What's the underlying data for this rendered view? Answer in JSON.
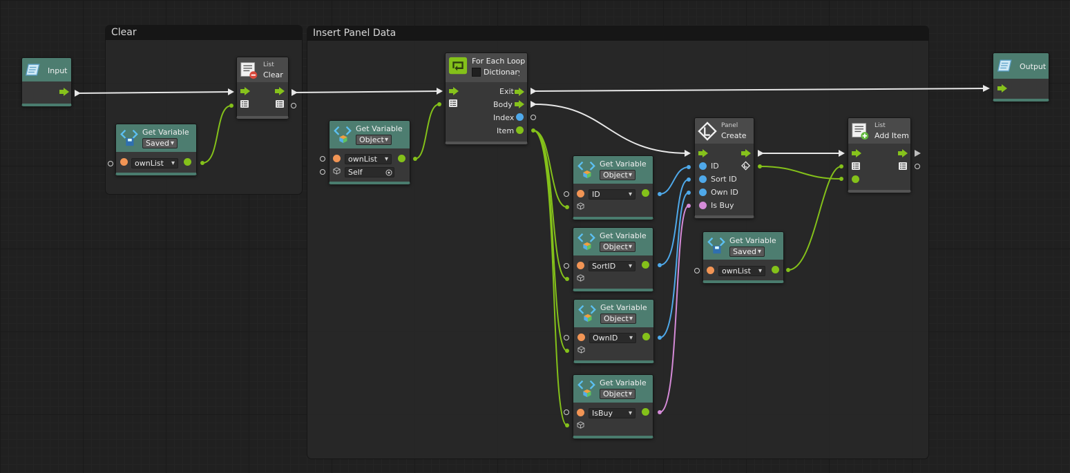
{
  "groups": {
    "clear": "Clear",
    "insert": "Insert Panel Data"
  },
  "input_node": {
    "title": "Input"
  },
  "output_node": {
    "title": "Output"
  },
  "list_clear": {
    "category": "List",
    "title": "Clear"
  },
  "for_each": {
    "title": "For Each Loop",
    "dictionary_label": "Dictionary",
    "ports": {
      "exit": "Exit",
      "body": "Body",
      "index": "Index",
      "item": "Item"
    }
  },
  "panel_create": {
    "category": "Panel",
    "title": "Create",
    "ports": {
      "id": "ID",
      "sort_id": "Sort ID",
      "own_id": "Own ID",
      "is_buy": "Is Buy"
    }
  },
  "list_add": {
    "category": "List",
    "title": "Add Item"
  },
  "get_variable_title": "Get Variable",
  "get_saved_1": {
    "kind": "Saved",
    "name": "ownList"
  },
  "get_object_owner": {
    "kind": "Object",
    "name": "ownList",
    "target": "Self"
  },
  "get_object_id": {
    "kind": "Object",
    "name": "ID"
  },
  "get_object_sortid": {
    "kind": "Object",
    "name": "SortID"
  },
  "get_object_ownid": {
    "kind": "Object",
    "name": "OwnID"
  },
  "get_object_isbuy": {
    "kind": "Object",
    "name": "IsBuy"
  },
  "get_saved_2": {
    "kind": "Saved",
    "name": "ownList"
  },
  "colors": {
    "control": "#e8e8e8",
    "object": "#84c11a",
    "number": "#4fa9ea",
    "boolean": "#d58bd8",
    "string": "#f29555",
    "unit_header": "#4d7d70"
  }
}
